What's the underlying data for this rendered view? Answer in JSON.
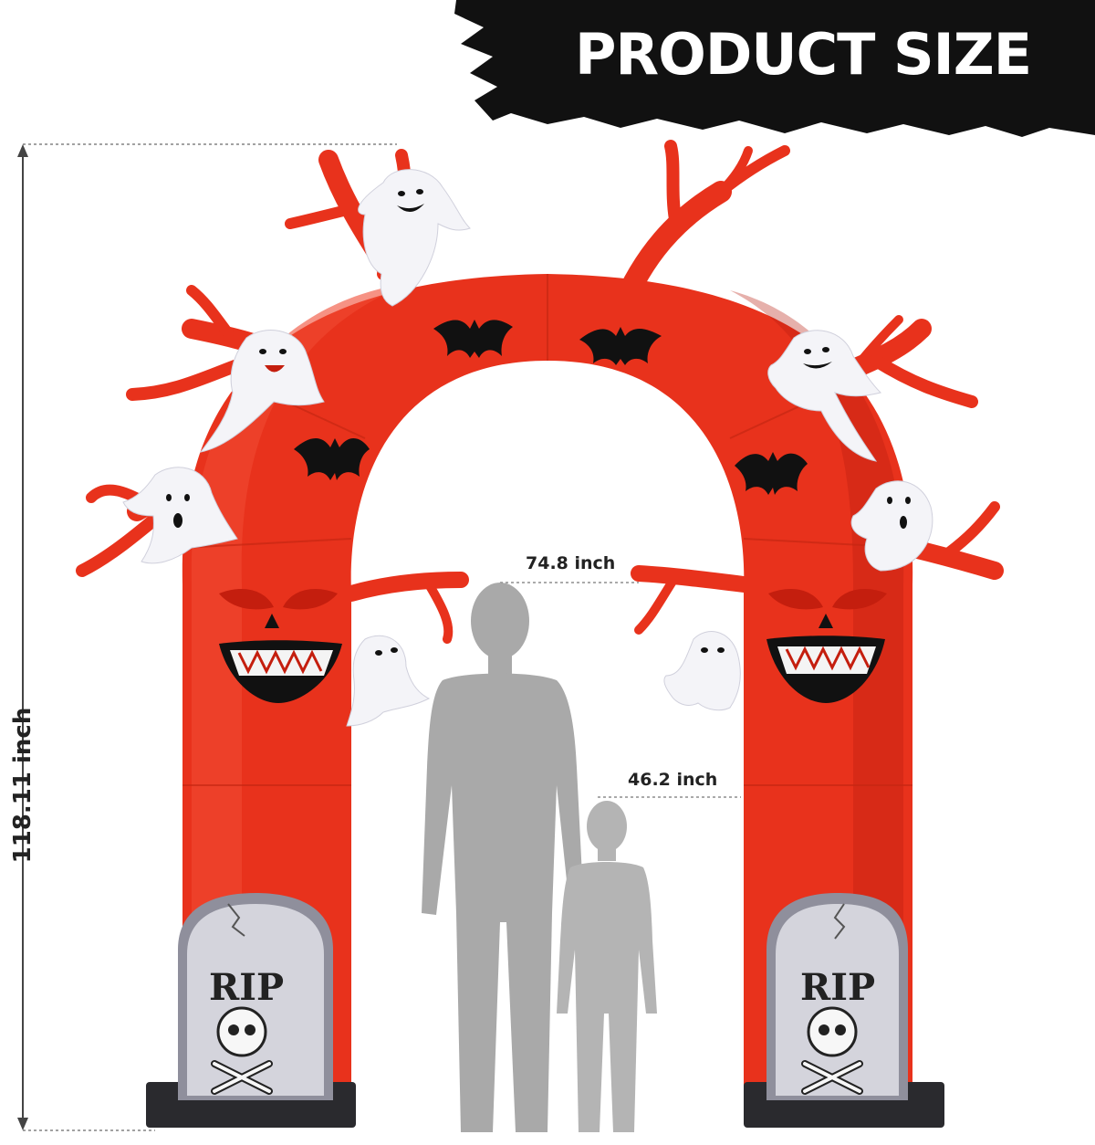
{
  "banner": {
    "title": "PRODUCT SIZE"
  },
  "dimensions": {
    "height": "118.11 inch",
    "arch_inner_width": "74.8 inch",
    "leg_gap_width": "46.2 inch"
  },
  "tombstones": {
    "left_text": "RIP",
    "right_text": "RIP"
  },
  "colors": {
    "arch_red": "#e8321c",
    "arch_shadow": "#b81e0e",
    "banner_black": "#111111",
    "ghost_white": "#f4f4f8",
    "tombstone_gray": "#8f8f9c",
    "silhouette_gray": "#a9a9a9"
  }
}
